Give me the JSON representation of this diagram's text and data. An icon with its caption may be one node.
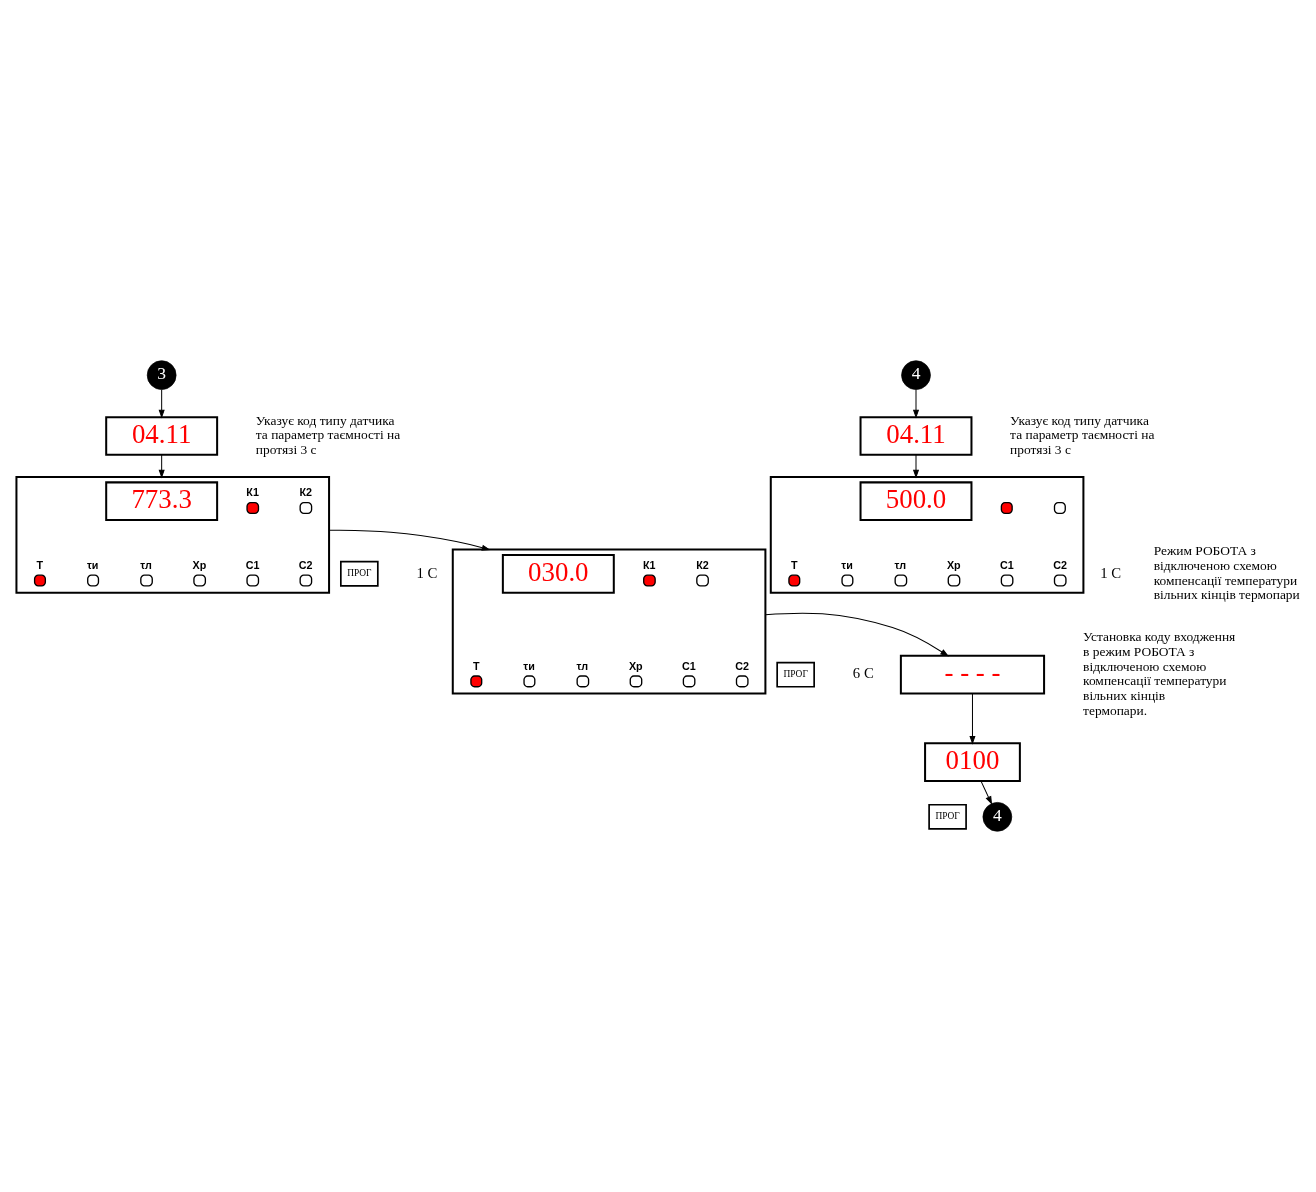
{
  "diagram": {
    "nodes": [
      {
        "text": [
          "3"
        ]
      },
      {
        "text": [
          "04.11"
        ],
        "beside": [
          "Указує код типу датчика та параметр таємності на протязі 3 с"
        ]
      },
      {
        "text": [],
        "shape": "box"
      },
      {
        "text": [
          "773.3"
        ],
        "in": 2
      },
      {
        "text": [
          "К1"
        ],
        "in": 2
      },
      {
        "text": [
          "К2"
        ],
        "in": 2
      },
      {
        "text": [
          "Т"
        ],
        "in": 2
      },
      {
        "text": [
          "τи"
        ],
        "in": 2
      },
      {
        "text": [
          "τл"
        ],
        "in": 2
      },
      {
        "text": [
          "Xр"
        ],
        "in": 2
      },
      {
        "text": [
          "С1"
        ],
        "in": 2
      },
      {
        "text": [
          "С2"
        ],
        "in": 2
      },
      {
        "text": [
          "ПРОГ"
        ],
        "beside": [
          "1 С"
        ]
      },
      {
        "text": [],
        "shape": "box"
      },
      {
        "text": [
          "030.0"
        ],
        "in": 13
      },
      {
        "text": [
          "К1"
        ],
        "in": 13
      },
      {
        "text": [
          "К2"
        ],
        "in": 13
      },
      {
        "text": [
          "Т"
        ],
        "in": 13
      },
      {
        "text": [
          "τи"
        ],
        "in": 13
      },
      {
        "text": [
          "τл"
        ],
        "in": 13
      },
      {
        "text": [
          "Xр"
        ],
        "in": 13
      },
      {
        "text": [
          "С1"
        ],
        "in": 13
      },
      {
        "text": [
          "С2"
        ],
        "in": 13
      },
      {
        "text": [
          "ПРОГ"
        ],
        "beside": [
          "6 С"
        ]
      },
      {
        "text": [
          "- - - -"
        ],
        "beside": [
          "Установка коду входження в режим РОБОТА з відключеною схемою компенсації температури вільних кінців термопари."
        ]
      },
      {
        "text": [
          "0100"
        ]
      },
      {
        "text": [
          "ПРОГ"
        ]
      },
      {
        "text": [
          "4"
        ]
      },
      {
        "text": [
          "4"
        ]
      },
      {
        "text": [
          "04.11"
        ],
        "beside": [
          "Указує код типу датчика та параметр таємності на протязі 3 с"
        ]
      },
      {
        "text": [],
        "shape": "box",
        "beside": [
          "1 С",
          "Режим РОБОТА з відключеною схемою компенсації температури вільних кінців термопари"
        ]
      },
      {
        "text": [
          "500.0"
        ],
        "in": 30
      },
      {
        "text": [],
        "shape": "circle",
        "in": 30
      },
      {
        "text": [],
        "shape": "circle",
        "in": 30
      },
      {
        "text": [
          "Т"
        ],
        "in": 30
      },
      {
        "text": [
          "τи"
        ],
        "in": 30
      },
      {
        "text": [
          "τл"
        ],
        "in": 30
      },
      {
        "text": [
          "Xр"
        ],
        "in": 30
      },
      {
        "text": [
          "С1"
        ],
        "in": 30
      },
      {
        "text": [
          "С2"
        ],
        "in": 30
      }
    ],
    "edges": [
      {
        "from": 0,
        "to": 1,
        "arrow": "to"
      },
      {
        "from": 1,
        "to": 2,
        "arrow": "to"
      },
      {
        "from": 2,
        "to": 13,
        "arrow": "to"
      },
      {
        "from": 13,
        "to": 24,
        "arrow": "to"
      },
      {
        "from": 24,
        "to": 25,
        "arrow": "to"
      },
      {
        "from": 25,
        "to": 27,
        "arrow": "to"
      },
      {
        "from": 28,
        "to": 29,
        "arrow": "to"
      },
      {
        "from": 29,
        "to": 30,
        "arrow": "to"
      }
    ]
  }
}
